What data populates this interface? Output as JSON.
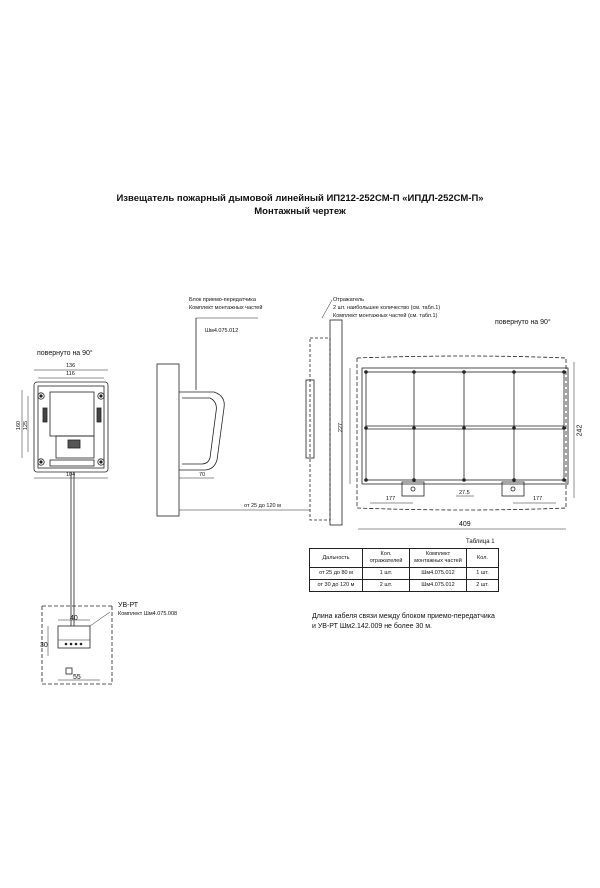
{
  "title": {
    "line1": "Извещатель  пожарный дымовой  линейный ИП212-252СМ-П  «ИПДЛ-252СМ-П»",
    "line2": "Монтажный  чертеж"
  },
  "labels": {
    "rotated_left": "повернуто на 90°",
    "rotated_right": "повернуто на 90°",
    "transceiver_1": "Блок приемо-передатчика",
    "transceiver_2": "Комплект монтажных частей",
    "transceiver_code": "Шм4.075.012",
    "reflector_1": "Отражатель",
    "reflector_2": "2 шт. наибольшее количество (см. табл.1)",
    "reflector_3": "Комплект монтажных частей (см. табл.1)",
    "distance": "от 25 до 120  м",
    "uvrt_1": "УВ-РТ",
    "uvrt_2": "Комплект Шм4.075.008",
    "note_1": "Длина кабеля связи между блоком приемо-передатчика",
    "note_2": "и УВ-РТ  Шм2.142.009 не более 30 м."
  },
  "dimensions": {
    "d136": "136",
    "d116": "116",
    "d160": "160",
    "d125": "125",
    "d104": "104",
    "d70": "70",
    "d40": "40",
    "d30": "30",
    "d55": "55",
    "d227": "227",
    "d242": "242",
    "d177a": "177",
    "d177b": "177",
    "d275": "27.5",
    "d409": "409"
  },
  "table": {
    "caption": "Таблица 1",
    "headers": [
      "Дальность",
      "Кол. отражателей",
      "Комплект монтажных частей",
      "Кол."
    ],
    "rows": [
      [
        "от 25 до 80 м",
        "1 шт.",
        "Шм4.075.012",
        "1 шт."
      ],
      [
        "от 30 до 120 м",
        "2 шт.",
        "Шм4.075.012",
        "2 шт."
      ]
    ]
  }
}
